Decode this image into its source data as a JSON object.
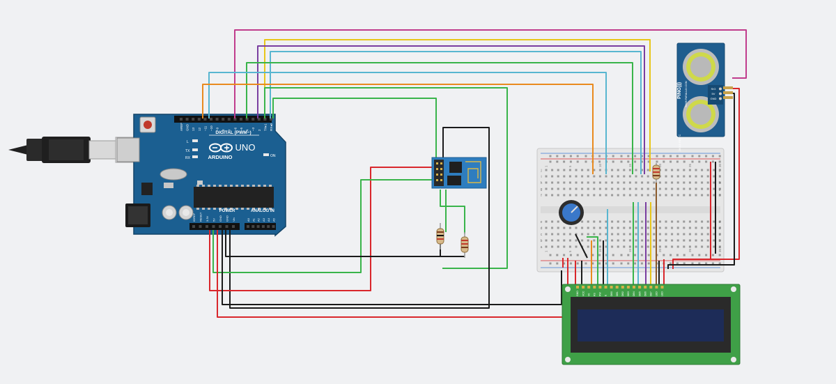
{
  "arduino": {
    "brand": "ARDUINO",
    "model": "UNO",
    "digital_header": "DIGITAL (PWM~)",
    "digital_pins": [
      "AREF",
      "GND",
      "13",
      "12",
      "~11",
      "~10",
      "~9",
      "8",
      "7",
      "~6",
      "~5",
      "4",
      "~3",
      "2",
      "TX▸1",
      "RX◂0"
    ],
    "power_header": "POWER",
    "power_pins": [
      "IOREF",
      "RESET",
      "3.3V",
      "5V",
      "GND",
      "GND",
      "Vin"
    ],
    "analog_header": "ANALOG IN",
    "analog_pins": [
      "A0",
      "A1",
      "A2",
      "A3",
      "A4",
      "A5"
    ],
    "led_labels": [
      "L",
      "TX",
      "RX"
    ],
    "on_label": "ON"
  },
  "sensor": {
    "name": "PING)))",
    "maker": "WWW.PARALLAX.COM",
    "part_no": "28015 REV C",
    "pins": [
      "SIG",
      "5V",
      "GND"
    ]
  },
  "breadboard": {
    "columns": [
      "1",
      "",
      "",
      "",
      "5",
      "",
      "",
      "",
      "",
      "10",
      "",
      "",
      "",
      "",
      "15",
      "",
      "",
      "",
      "",
      "20",
      "",
      "",
      "",
      "",
      "25",
      "",
      "",
      "",
      "",
      "30"
    ],
    "row_letters_top": [
      "j",
      "i",
      "h",
      "g",
      "f"
    ],
    "row_letters_bottom": [
      "e",
      "d",
      "c",
      "b",
      "a"
    ]
  },
  "lcd": {
    "pins": [
      "GND",
      "VCC",
      "V0",
      "RS",
      "RW",
      "E",
      "DB0",
      "DB1",
      "DB2",
      "DB3",
      "DB4",
      "DB5",
      "DB6",
      "DB7",
      "LED",
      "LED"
    ]
  },
  "colors": {
    "background": "#f0f1f3",
    "arduino_board": "#1b5f91",
    "wire_magenta": "#c03c8c",
    "wire_yellow": "#e8c61a",
    "wire_purple": "#7a3ea0",
    "wire_blue": "#58b6d0",
    "wire_green": "#39b44a",
    "wire_orange": "#e98a1e",
    "wire_red": "#d9262b",
    "wire_black": "#1a1a1a",
    "lcd_board": "#3fa047",
    "lcd_screen": "#1d2c58",
    "sensor_board": "#1f5d8e",
    "esp_board": "#2e7dbf"
  }
}
